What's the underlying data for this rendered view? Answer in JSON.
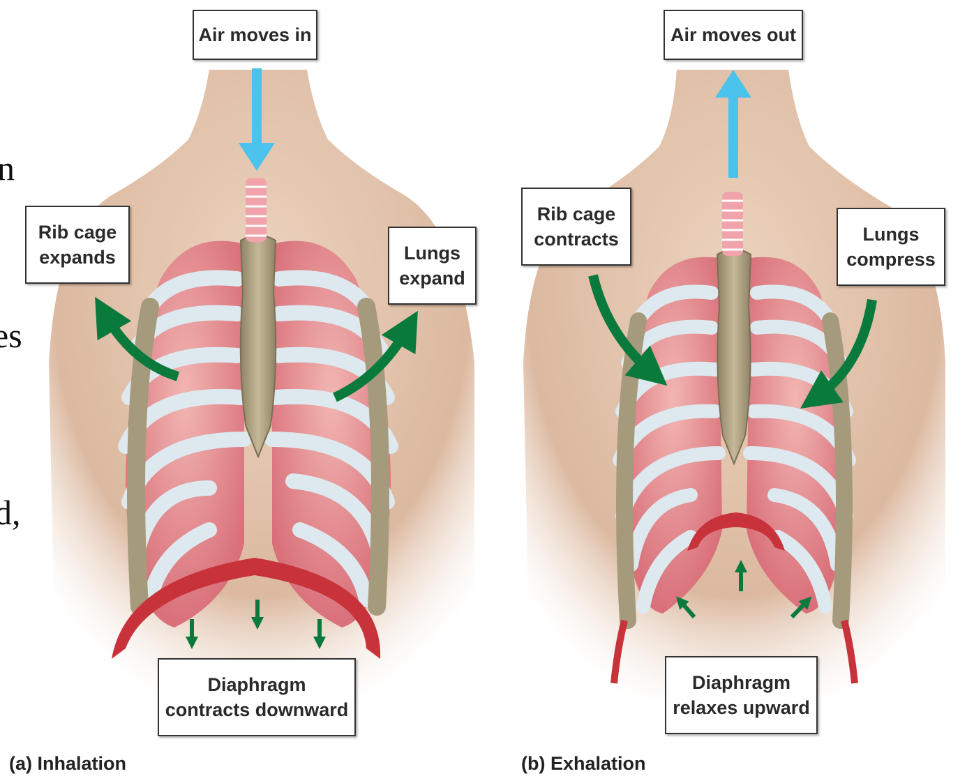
{
  "panels": [
    {
      "caption": "(a) Inhalation",
      "air_label": "Air moves in",
      "rib_label": [
        "Rib cage",
        "expands"
      ],
      "lung_label": [
        "Lungs",
        "expand"
      ],
      "diaphragm_label": [
        "Diaphragm",
        "contracts downward"
      ]
    },
    {
      "caption": "(b) Exhalation",
      "air_label": "Air moves out",
      "rib_label": [
        "Rib cage",
        "contracts"
      ],
      "lung_label": [
        "Lungs",
        "compress"
      ],
      "diaphragm_label": [
        "Diaphragm",
        "relaxes upward"
      ]
    }
  ],
  "cropped_text_fragments": [
    "n",
    "es",
    "d,"
  ],
  "colors": {
    "air_arrow": "#4cc3ec",
    "motion_arrow": "#0a7a3c",
    "skin": "#e2c1a9",
    "lung": "#e48d8f",
    "bone": "#a69a7c",
    "cartilage": "#dde9ee",
    "diaphragm": "#c8323a",
    "trachea": "#f0a3aa"
  }
}
